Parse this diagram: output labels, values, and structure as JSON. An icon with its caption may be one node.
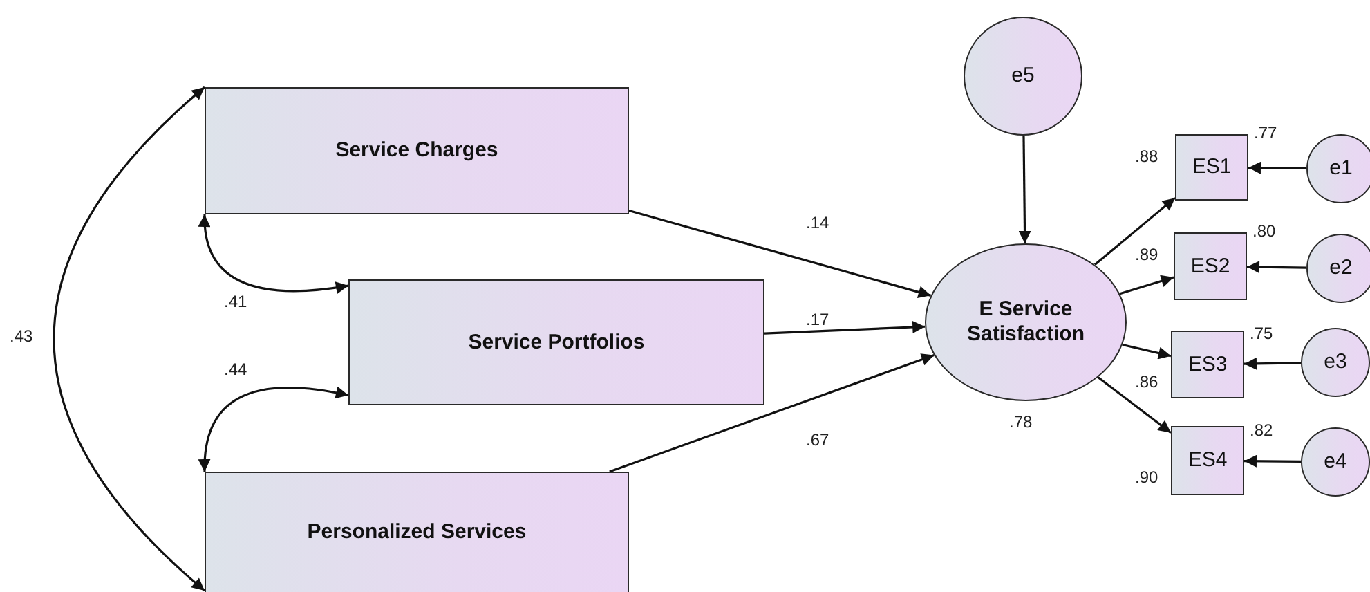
{
  "diagram": {
    "nodes": [
      {
        "text": [
          "Service Charges"
        ]
      },
      {
        "text": [
          "Service Portfolios"
        ]
      },
      {
        "text": [
          "Personalized Services"
        ]
      },
      {
        "text": [
          "e5"
        ]
      },
      {
        "text": [
          "E Service Satisfaction"
        ],
        "beside": [
          ".78"
        ]
      },
      {
        "text": [
          "ES1"
        ],
        "beside": [
          ".77"
        ]
      },
      {
        "text": [
          "ES2"
        ],
        "beside": [
          ".80"
        ]
      },
      {
        "text": [
          "ES3"
        ],
        "beside": [
          ".75"
        ]
      },
      {
        "text": [
          "ES4"
        ],
        "beside": [
          ".82"
        ]
      },
      {
        "text": [
          "e1"
        ]
      },
      {
        "text": [
          "e2"
        ]
      },
      {
        "text": [
          "e3"
        ]
      },
      {
        "text": [
          "e4"
        ]
      }
    ],
    "edges": [
      {
        "from": 0,
        "to": 4,
        "arrow": "to",
        "label": ".14"
      },
      {
        "from": 1,
        "to": 4,
        "arrow": "to",
        "label": ".17"
      },
      {
        "from": 2,
        "to": 4,
        "arrow": "to",
        "label": ".67"
      },
      {
        "from": 3,
        "to": 4,
        "arrow": "to"
      },
      {
        "from": 4,
        "to": 5,
        "arrow": "to",
        "label": ".88"
      },
      {
        "from": 4,
        "to": 6,
        "arrow": "to",
        "label": ".89"
      },
      {
        "from": 4,
        "to": 7,
        "arrow": "to",
        "label": ".86"
      },
      {
        "from": 4,
        "to": 8,
        "arrow": "to",
        "label": ".90"
      },
      {
        "from": 9,
        "to": 5,
        "arrow": "to"
      },
      {
        "from": 10,
        "to": 6,
        "arrow": "to"
      },
      {
        "from": 11,
        "to": 7,
        "arrow": "to"
      },
      {
        "from": 12,
        "to": 8,
        "arrow": "to"
      },
      {
        "from": 0,
        "to": 1,
        "arrow": "both",
        "label": ".41"
      },
      {
        "from": 1,
        "to": 2,
        "arrow": "both",
        "label": ".44"
      },
      {
        "from": 0,
        "to": 2,
        "arrow": "both",
        "label": ".43"
      }
    ]
  }
}
